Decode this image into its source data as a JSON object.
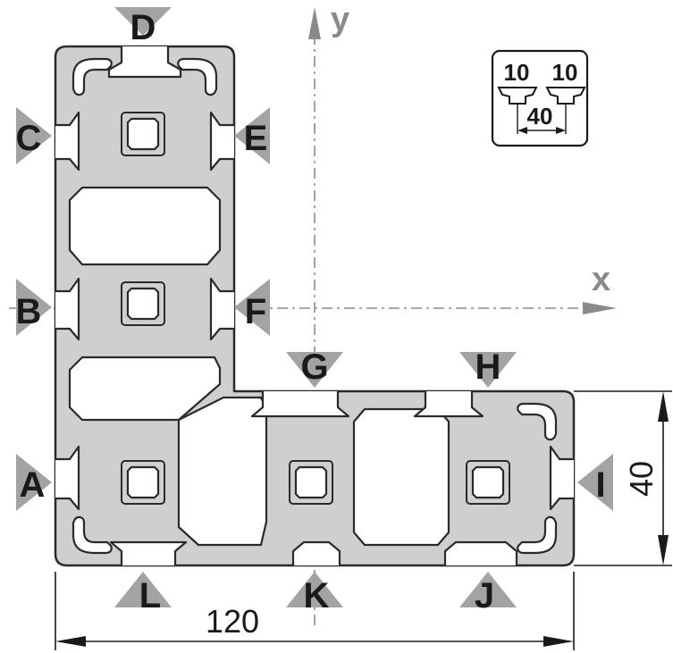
{
  "axes": {
    "x": "x",
    "y": "y"
  },
  "slot_labels": [
    "A",
    "B",
    "C",
    "D",
    "E",
    "F",
    "G",
    "H",
    "I",
    "J",
    "K",
    "L"
  ],
  "dimensions": {
    "width": "120",
    "height": "40"
  },
  "legend": {
    "left": "10",
    "right": "10",
    "pitch": "40"
  },
  "colors": {
    "profile_fill": "#cfcfcf",
    "outline": "#2a2a2a",
    "marker": "#a3a3a3",
    "axis": "#8a8a8a"
  }
}
